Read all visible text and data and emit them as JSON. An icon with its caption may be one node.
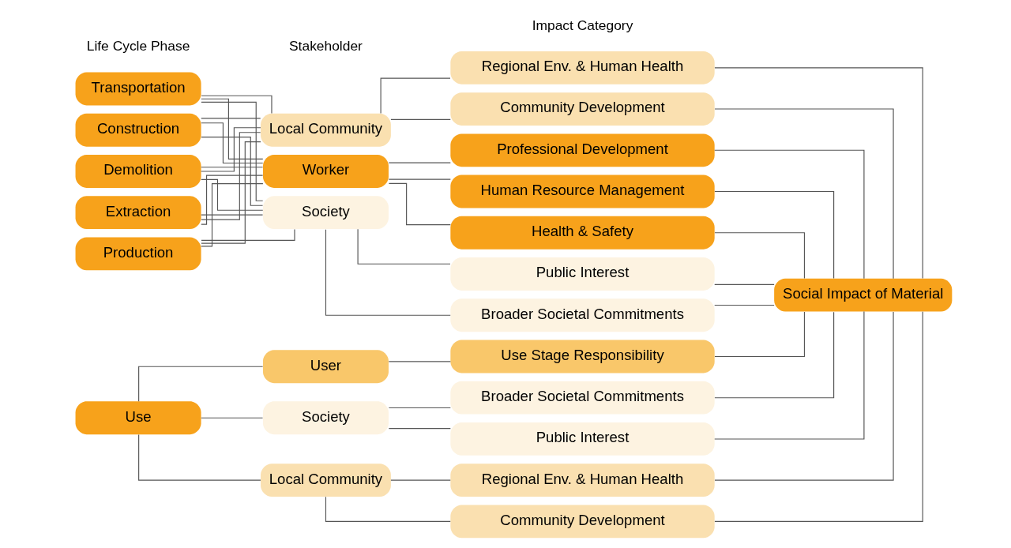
{
  "diagram": {
    "nodes": [
      {
        "text": [
          "Extraction"
        ]
      },
      {
        "text": [
          "Production"
        ]
      },
      {
        "text": [
          "Transportation"
        ]
      },
      {
        "text": [
          "Construction"
        ]
      },
      {
        "text": [
          "Demolition"
        ]
      },
      {
        "text": [
          "Use"
        ]
      },
      {
        "text": [
          "Worker"
        ]
      },
      {
        "text": [
          "Local Community"
        ]
      },
      {
        "text": [
          "Society"
        ]
      },
      {
        "text": [
          "User"
        ]
      },
      {
        "text": [
          "Local Community"
        ]
      },
      {
        "text": [
          "Society"
        ]
      },
      {
        "text": [
          "Health & Safety"
        ]
      },
      {
        "text": [
          "Human Resource Management"
        ]
      },
      {
        "text": [
          "Professional Development"
        ]
      },
      {
        "text": [
          "Community Development"
        ]
      },
      {
        "text": [
          "Regional Env. & Human Health"
        ]
      },
      {
        "text": [
          "Broader Societal Commitments"
        ]
      },
      {
        "text": [
          "Public Interest"
        ]
      },
      {
        "text": [
          "Use Stage Responsibility"
        ]
      },
      {
        "text": [
          "Community Development"
        ]
      },
      {
        "text": [
          "Regional Env. & Human Health"
        ]
      },
      {
        "text": [
          "Broader Societal Commitments"
        ]
      },
      {
        "text": [
          "Public Interest"
        ]
      },
      {
        "text": [
          "Social Impact of Material"
        ]
      }
    ],
    "edges": [
      {
        "from": 0,
        "to": 6,
        "arrow": "none"
      },
      {
        "from": 0,
        "to": 7,
        "arrow": "none"
      },
      {
        "from": 0,
        "to": 8,
        "arrow": "none"
      },
      {
        "from": 1,
        "to": 6,
        "arrow": "none"
      },
      {
        "from": 1,
        "to": 7,
        "arrow": "none"
      },
      {
        "from": 1,
        "to": 8,
        "arrow": "none"
      },
      {
        "from": 2,
        "to": 6,
        "arrow": "none"
      },
      {
        "from": 2,
        "to": 7,
        "arrow": "none"
      },
      {
        "from": 2,
        "to": 8,
        "arrow": "none"
      },
      {
        "from": 3,
        "to": 6,
        "arrow": "none"
      },
      {
        "from": 3,
        "to": 7,
        "arrow": "none"
      },
      {
        "from": 3,
        "to": 8,
        "arrow": "none"
      },
      {
        "from": 4,
        "to": 6,
        "arrow": "none"
      },
      {
        "from": 4,
        "to": 7,
        "arrow": "none"
      },
      {
        "from": 4,
        "to": 8,
        "arrow": "none"
      },
      {
        "from": 5,
        "to": 9,
        "arrow": "none"
      },
      {
        "from": 5,
        "to": 10,
        "arrow": "none"
      },
      {
        "from": 5,
        "to": 11,
        "arrow": "none"
      },
      {
        "from": 6,
        "to": 12,
        "arrow": "none"
      },
      {
        "from": 6,
        "to": 13,
        "arrow": "none"
      },
      {
        "from": 6,
        "to": 14,
        "arrow": "none"
      },
      {
        "from": 7,
        "to": 15,
        "arrow": "none"
      },
      {
        "from": 7,
        "to": 16,
        "arrow": "none"
      },
      {
        "from": 8,
        "to": 17,
        "arrow": "none"
      },
      {
        "from": 8,
        "to": 18,
        "arrow": "none"
      },
      {
        "from": 9,
        "to": 19,
        "arrow": "none"
      },
      {
        "from": 10,
        "to": 20,
        "arrow": "none"
      },
      {
        "from": 10,
        "to": 21,
        "arrow": "none"
      },
      {
        "from": 11,
        "to": 22,
        "arrow": "none"
      },
      {
        "from": 11,
        "to": 23,
        "arrow": "none"
      },
      {
        "from": 12,
        "to": 24,
        "arrow": "none"
      },
      {
        "from": 13,
        "to": 24,
        "arrow": "none"
      },
      {
        "from": 14,
        "to": 24,
        "arrow": "none"
      },
      {
        "from": 15,
        "to": 24,
        "arrow": "none"
      },
      {
        "from": 16,
        "to": 24,
        "arrow": "none"
      },
      {
        "from": 17,
        "to": 24,
        "arrow": "none"
      },
      {
        "from": 18,
        "to": 24,
        "arrow": "none"
      },
      {
        "from": 19,
        "to": 24,
        "arrow": "none"
      },
      {
        "from": 20,
        "to": 24,
        "arrow": "none"
      },
      {
        "from": 21,
        "to": 24,
        "arrow": "none"
      },
      {
        "from": 22,
        "to": 24,
        "arrow": "none"
      },
      {
        "from": 23,
        "to": 24,
        "arrow": "none"
      }
    ],
    "labels": [
      "Life Cycle Phase",
      "Stakeholder",
      "Impact Category"
    ]
  }
}
